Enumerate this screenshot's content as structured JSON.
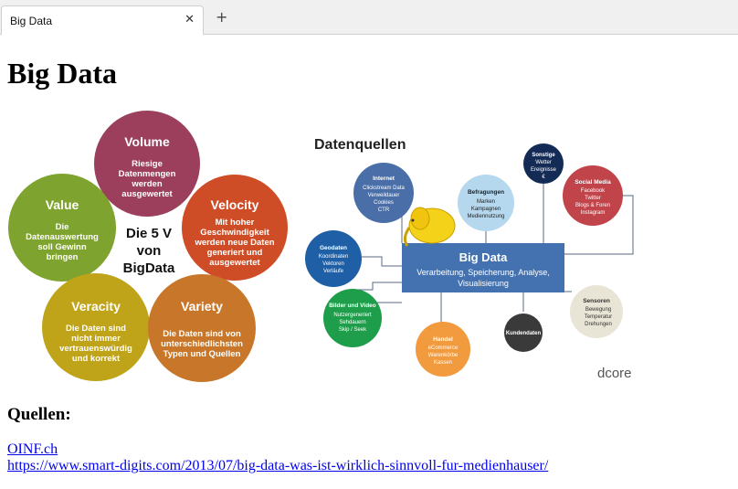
{
  "browser": {
    "tab_title": "Big Data",
    "close_icon": "close-icon",
    "new_tab_icon": "plus-icon"
  },
  "page": {
    "title": "Big Data",
    "sources_heading": "Quellen:",
    "links": [
      "OINF.ch",
      "https://www.smart-digits.com/2013/07/big-data-was-ist-wirklich-sinnvoll-fur-medienhauser/"
    ]
  },
  "five_v": {
    "center": [
      "Die 5 V",
      "von",
      "BigData"
    ],
    "volume": {
      "title": "Volume",
      "lines": [
        "Riesige",
        "Datenmengen",
        "werden",
        "ausgewertet"
      ],
      "color": "#9b3f5c"
    },
    "velocity": {
      "title": "Velocity",
      "lines": [
        "Mit hoher",
        "Geschwindigkeit",
        "werden neue Daten",
        "generiert und",
        "ausgewertet"
      ],
      "color": "#cf4d26"
    },
    "value": {
      "title": "Value",
      "lines": [
        "Die",
        "Datenauswertung",
        "soll Gewinn",
        "bringen"
      ],
      "color": "#7fa32f"
    },
    "veracity": {
      "title": "Veracity",
      "lines": [
        "Die Daten sind",
        "nicht immer",
        "vertrauenswürdig",
        "und korrekt"
      ],
      "color": "#bfa318"
    },
    "variety": {
      "title": "Variety",
      "lines": [
        "Die Daten sind von",
        "unterschiedlichsten",
        "Typen und Quellen"
      ],
      "color": "#c8772a"
    }
  },
  "sources": {
    "title": "Datenquellen",
    "center_title": "Big Data",
    "center_lines": [
      "Verarbeitung, Speicherung, Analyse,",
      "Visualisierung"
    ],
    "logo": "dcore",
    "internet": {
      "title": "Internet",
      "lines": [
        "Clickstream Data",
        "Verweildauer",
        "Cookies",
        "CTR"
      ]
    },
    "befragungen": {
      "title": "Befragungen",
      "lines": [
        "Marken",
        "Kampagnen",
        "Mediennutzung"
      ]
    },
    "sonstige": {
      "title": "Sonstige",
      "lines": [
        "Wetter",
        "Ereignisse",
        "€"
      ]
    },
    "social": {
      "title": "Social Media",
      "lines": [
        "Facebook",
        "Twitter",
        "Blogs & Foren",
        "Instagram"
      ]
    },
    "geodaten": {
      "title": "Geodaten",
      "lines": [
        "Koordinaten",
        "Vektoren",
        "Verläufe"
      ]
    },
    "bilder": {
      "title": "Bilder und Video",
      "lines": [
        "Nutzergeneriert",
        "Sehdauern",
        "Skip / Seek"
      ]
    },
    "handel": {
      "title": "Handel",
      "lines": [
        "eCommerce",
        "Warenkörbe",
        "Kassen"
      ]
    },
    "kunden": {
      "title": "Kundendaten",
      "lines": []
    },
    "sensoren": {
      "title": "Sensoren",
      "lines": [
        "Bewegung",
        "Temperatur",
        "Drehungen"
      ]
    }
  }
}
